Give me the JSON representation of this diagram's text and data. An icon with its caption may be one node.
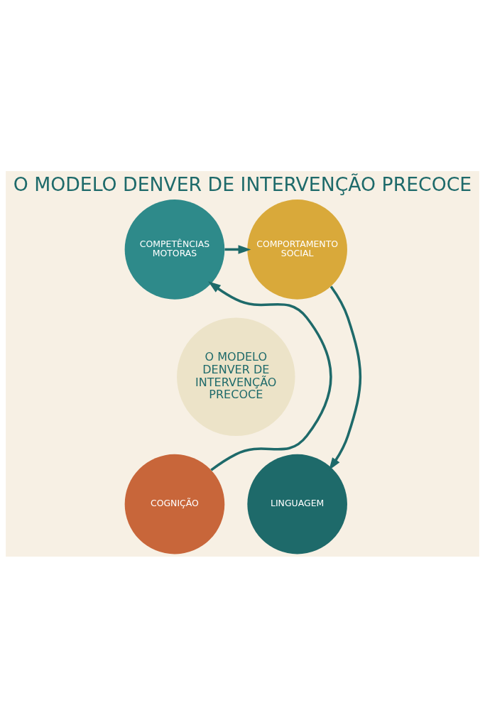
{
  "diagram": {
    "title": "O MODELO DENVER DE INTERVENÇÃO PRECOCE",
    "nodes": [
      {
        "text": [
          "COMPETÊNCIAS MOTORAS"
        ]
      },
      {
        "text": [
          "COMPORTAMENTO SOCIAL"
        ]
      },
      {
        "text": [
          "O MODELO DENVER DE INTERVENÇÃO PRECOCE"
        ]
      },
      {
        "text": [
          "COGNIÇÃO"
        ]
      },
      {
        "text": [
          "LINGUAGEM"
        ]
      }
    ],
    "edges": [
      {
        "from": 0,
        "to": 1,
        "arrow": "to"
      },
      {
        "from": 1,
        "to": 4,
        "arrow": "to"
      },
      {
        "from": 3,
        "to": 0,
        "arrow": "to"
      }
    ]
  }
}
